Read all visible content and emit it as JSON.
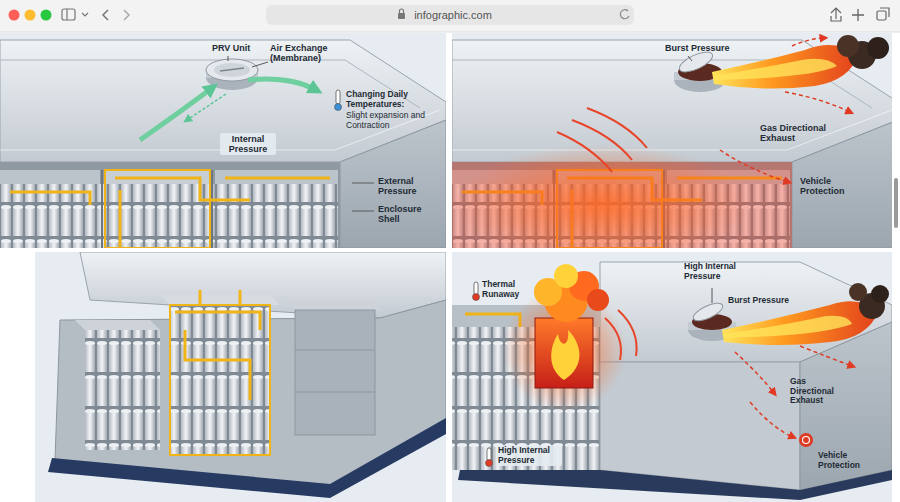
{
  "diagram": {
    "labels": [
      "infographic.com",
      "PRV Unit",
      "Air Exchange (Membrane)",
      "Changing Daily Temperatures:",
      "Slight expansion and Contraction",
      "Internal Pressure",
      "External Pressure",
      "Enclosure Shell",
      "Burst Pressure",
      "Gas Directional Exhaust",
      "Vehicle Protection",
      "Thermal Runaway",
      "High Internal Pressure",
      "Burst Pressure",
      "High Internal Pressure",
      "Gas Directional Exhaust",
      "Vehicle Protection"
    ]
  }
}
